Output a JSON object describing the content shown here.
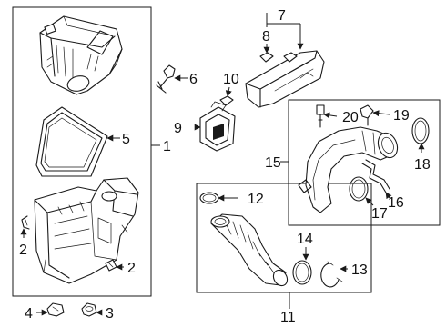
{
  "callouts": {
    "c1": "1",
    "c2a": "2",
    "c2b": "2",
    "c3": "3",
    "c4": "4",
    "c5": "5",
    "c6": "6",
    "c7": "7",
    "c8": "8",
    "c9": "9",
    "c10": "10",
    "c11": "11",
    "c12": "12",
    "c13": "13",
    "c14": "14",
    "c15": "15",
    "c16": "16",
    "c17": "17",
    "c18": "18",
    "c19": "19",
    "c20": "20"
  }
}
